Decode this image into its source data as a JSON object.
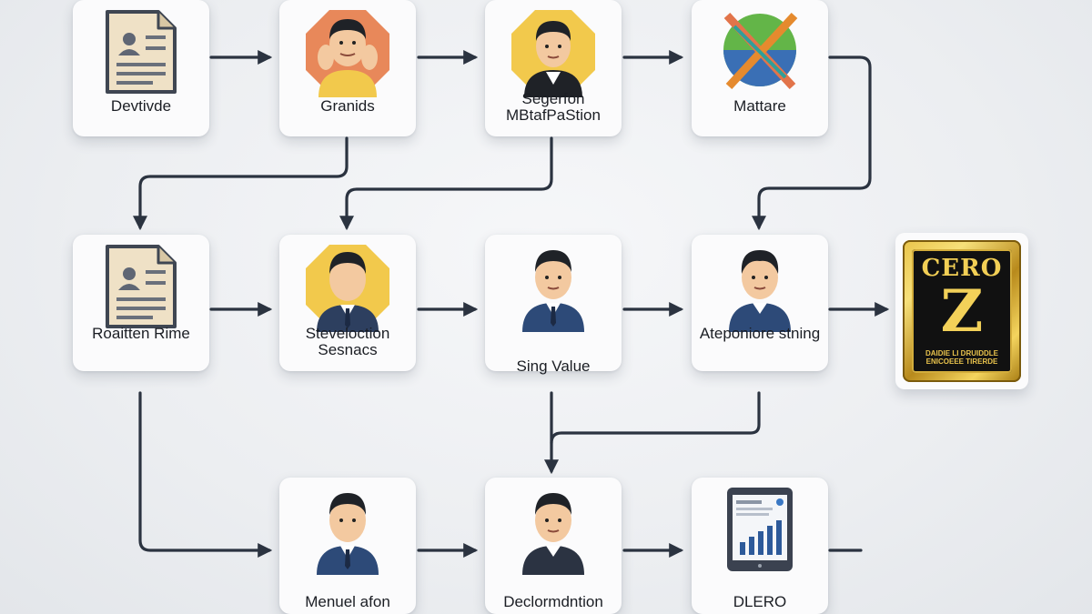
{
  "nodes": [
    {
      "id": "n1",
      "label": "Devtivde",
      "icon": "document-icon"
    },
    {
      "id": "n2",
      "label": "Granids",
      "icon": "person-icon"
    },
    {
      "id": "n3",
      "label": "Segerfon MBtafPaStion",
      "icon": "person-icon"
    },
    {
      "id": "n4",
      "label": "Mattare",
      "icon": "crossed-circle-icon"
    },
    {
      "id": "n5",
      "label": "Roaitten Rime",
      "icon": "document-icon"
    },
    {
      "id": "n6",
      "label": "Steveloction Sesnacs",
      "icon": "person-icon"
    },
    {
      "id": "n7",
      "label": "Sing Value",
      "icon": "person-icon"
    },
    {
      "id": "n8",
      "label": "Ateponiore stning",
      "icon": "person-icon"
    },
    {
      "id": "n9",
      "label": "Menuel afon",
      "icon": "person-icon"
    },
    {
      "id": "n10",
      "label": "Declormdntion",
      "icon": "person-icon"
    },
    {
      "id": "n11",
      "label": "DLERO",
      "icon": "bar-chart-icon"
    }
  ],
  "badge": {
    "title": "CERO",
    "letter": "Z",
    "subtitle": "DAIDIE LI DRUIDDLE ENICOEEE TIRERDE",
    "icon": "gold-badge-icon"
  },
  "colors": {
    "arrow": "#2b3340",
    "card": "#fbfbfc",
    "skin": "#f3c9a0",
    "hair": "#1f2227",
    "suit": "#2d4a78",
    "octagon_yellow": "#f2c94c",
    "octagon_orange": "#e8885a",
    "gold": "#e9c44a"
  }
}
